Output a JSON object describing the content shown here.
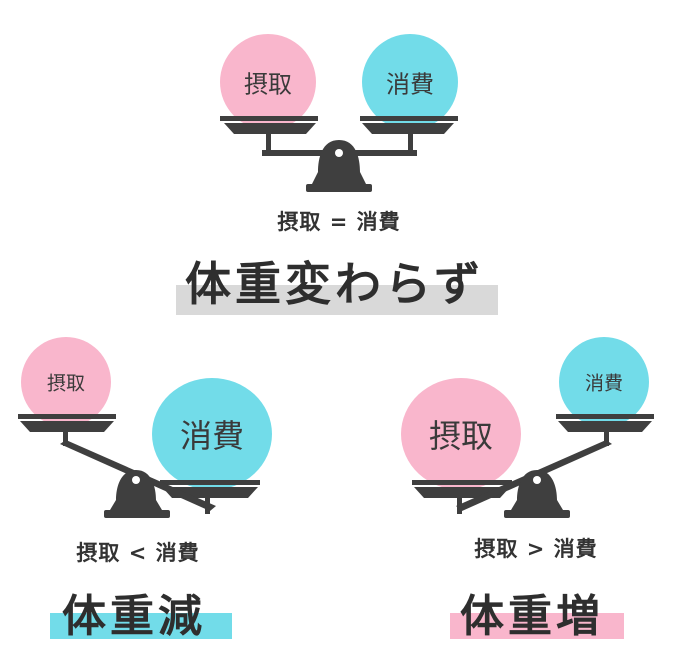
{
  "colors": {
    "intake": "#f9b6cc",
    "burn": "#72dce9",
    "scale": "#3f3f3f",
    "bar_equal": "#d9d9d9",
    "bar_loss": "#72dce9",
    "bar_gain": "#f9b6cc"
  },
  "balanced": {
    "intake_label": "摂取",
    "burn_label": "消費",
    "formula": "摂取 = 消費",
    "result": "体重変わらず"
  },
  "loss": {
    "intake_label": "摂取",
    "burn_label": "消費",
    "formula": "摂取 < 消費",
    "result": "体重減"
  },
  "gain": {
    "intake_label": "摂取",
    "burn_label": "消費",
    "formula": "摂取 > 消費",
    "result": "体重増"
  }
}
